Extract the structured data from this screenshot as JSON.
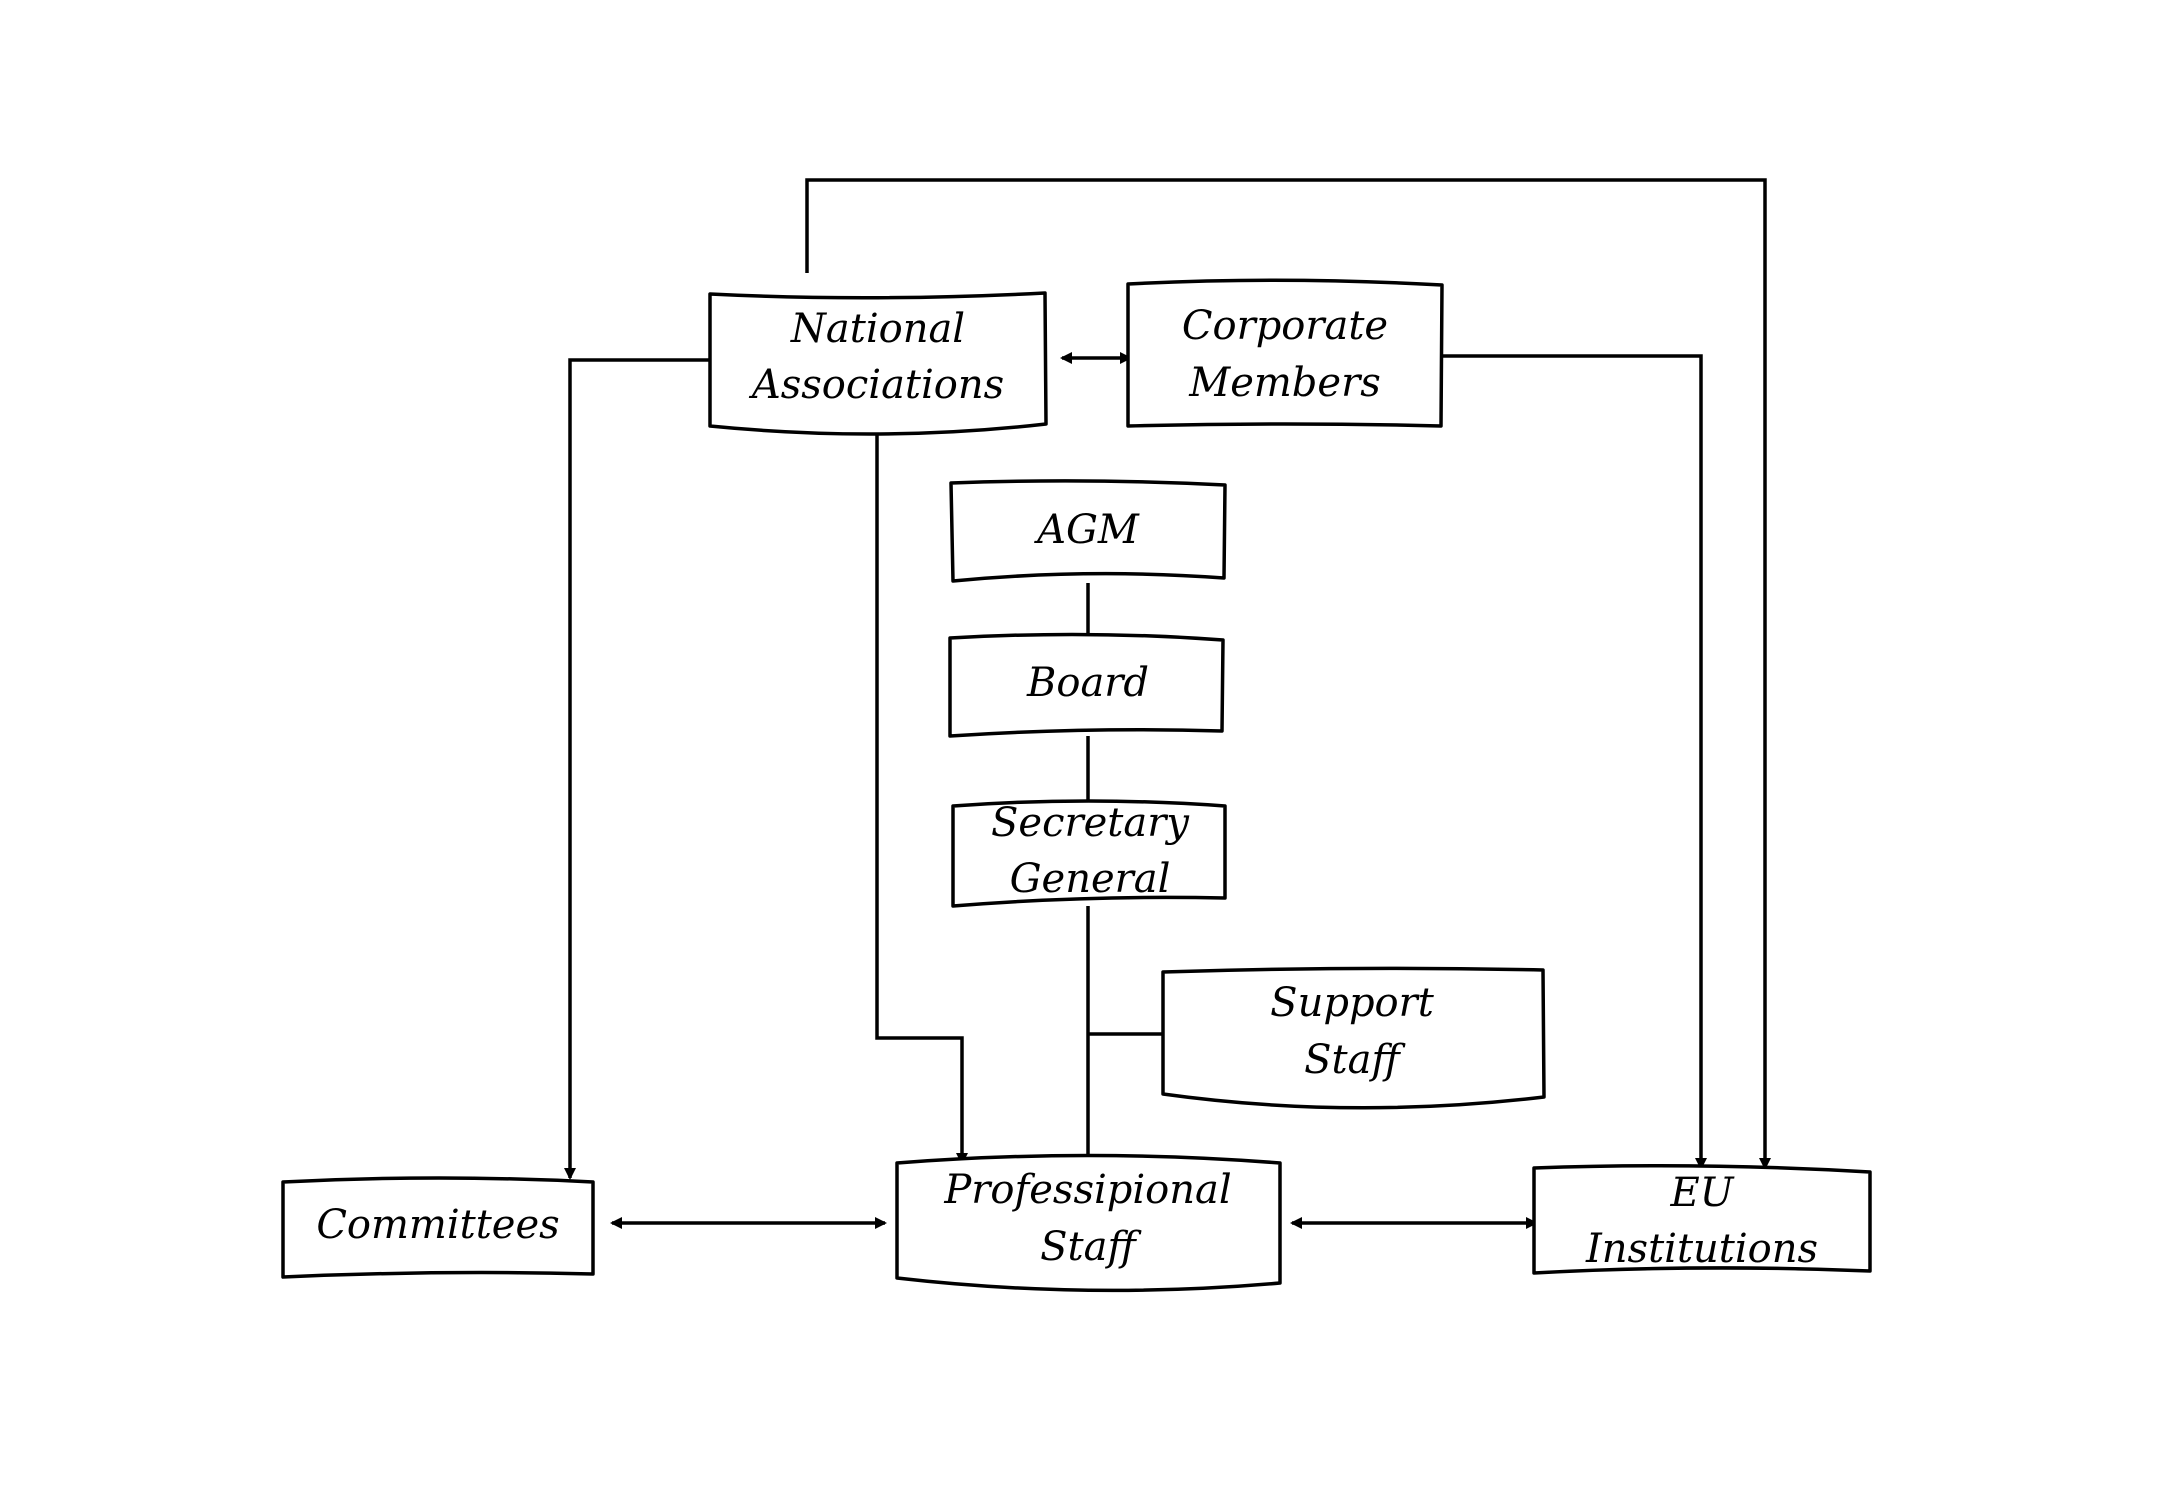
{
  "diagram": {
    "nodes": {
      "national_associations": {
        "line1": "National",
        "line2": "Associations"
      },
      "corporate_members": {
        "line1": "Corporate",
        "line2": "Members"
      },
      "agm": {
        "line1": "AGM"
      },
      "board": {
        "line1": "Board"
      },
      "secretary_general": {
        "line1": "Secretary",
        "line2": "General"
      },
      "support_staff": {
        "line1": "Support",
        "line2": "Staff"
      },
      "committees": {
        "line1": "Committees"
      },
      "professional_staff": {
        "line1": "Professipional",
        "line2": "Staff"
      },
      "eu_institutions": {
        "line1": "EU",
        "line2": "Institutions"
      }
    },
    "edges": [
      {
        "from": "national_associations",
        "to": "corporate_members",
        "direction": "both"
      },
      {
        "from": "national_associations",
        "to": "committees",
        "direction": "forward"
      },
      {
        "from": "national_associations",
        "to": "professional_staff",
        "direction": "forward"
      },
      {
        "from": "national_associations",
        "to": "eu_institutions",
        "direction": "forward"
      },
      {
        "from": "corporate_members",
        "to": "eu_institutions",
        "direction": "forward"
      },
      {
        "from": "agm",
        "to": "board",
        "direction": "none"
      },
      {
        "from": "board",
        "to": "secretary_general",
        "direction": "none"
      },
      {
        "from": "secretary_general",
        "to": "professional_staff",
        "direction": "none"
      },
      {
        "from": "support_staff",
        "to": "secretary_general",
        "direction": "none"
      },
      {
        "from": "committees",
        "to": "professional_staff",
        "direction": "both"
      },
      {
        "from": "professional_staff",
        "to": "eu_institutions",
        "direction": "both"
      }
    ]
  }
}
